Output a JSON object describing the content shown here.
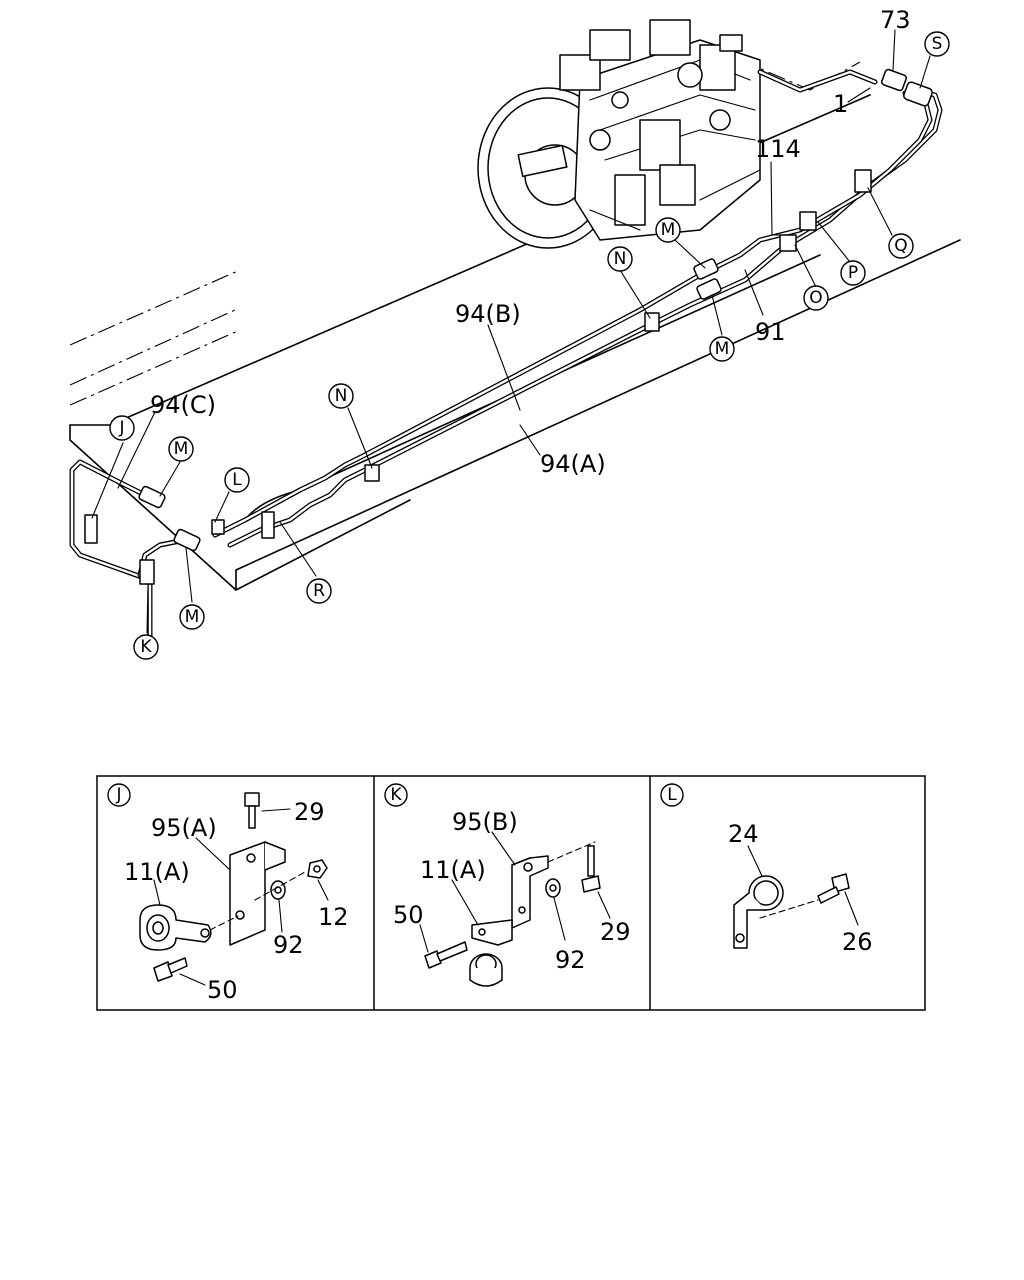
{
  "main_view": {
    "callouts": {
      "S": "S",
      "N1": "N",
      "N2": "N",
      "M1": "M",
      "M2": "M",
      "M3": "M",
      "M4": "M",
      "O": "O",
      "P": "P",
      "Q": "Q",
      "J": "J",
      "L": "L",
      "K": "K",
      "R": "R"
    },
    "labels": {
      "p73": "73",
      "p1": "1",
      "p114": "114",
      "p91": "91",
      "p94b": "94(B)",
      "p94a": "94(A)",
      "p94c": "94(C)"
    }
  },
  "details": [
    {
      "key": "J",
      "labels": {
        "p29": "29",
        "p95a": "95(A)",
        "p11a": "11(A)",
        "p12": "12",
        "p92": "92",
        "p50": "50"
      }
    },
    {
      "key": "K",
      "labels": {
        "p95b": "95(B)",
        "p11a": "11(A)",
        "p50": "50",
        "p92": "92",
        "p29": "29"
      }
    },
    {
      "key": "L",
      "labels": {
        "p24": "24",
        "p26": "26"
      }
    }
  ]
}
